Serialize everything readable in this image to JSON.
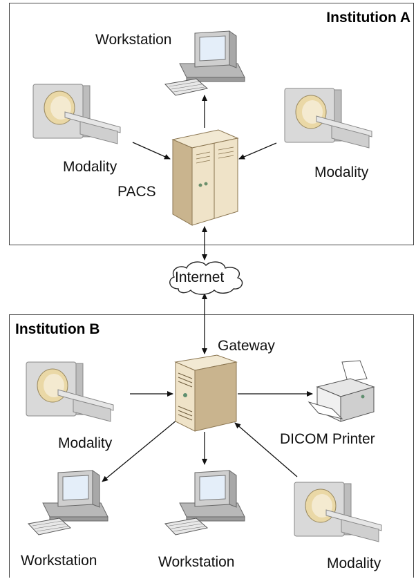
{
  "institution_a": {
    "title": "Institution A",
    "workstation_label": "Workstation",
    "modality_left_label": "Modality",
    "modality_right_label": "Modality",
    "pacs_label": "PACS"
  },
  "network": {
    "internet_label": "Internet"
  },
  "institution_b": {
    "title": "Institution B",
    "gateway_label": "Gateway",
    "modality_left_label": "Modality",
    "printer_label": "DICOM Printer",
    "workstation_left_label": "Workstation",
    "workstation_mid_label": "Workstation",
    "modality_right_label": "Modality"
  },
  "colors": {
    "server_body": "#efe3c8",
    "server_shade": "#c9b48e",
    "monitor_gray": "#c8c8c8",
    "screen_blue": "#dfe9f5",
    "ct_gantry": "#d9d9d9",
    "ct_bore": "#e9d8a8"
  },
  "icons": [
    "workstation-icon",
    "ct-scanner-icon",
    "server-icon",
    "printer-icon",
    "cloud-icon"
  ]
}
